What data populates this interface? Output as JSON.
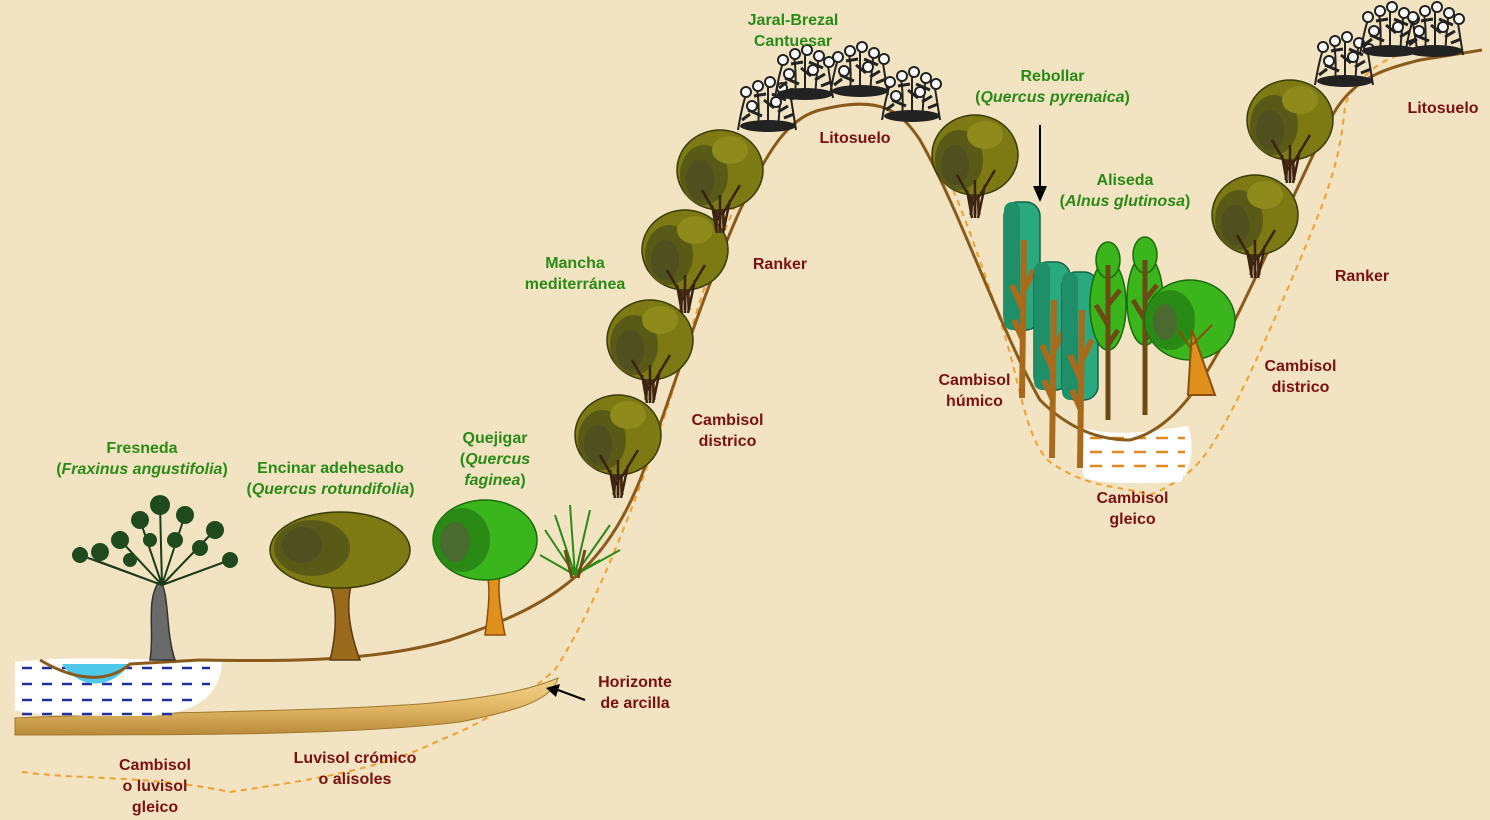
{
  "colors": {
    "background": "#f2e4c2",
    "vegetation_text": "#2a8a16",
    "soil_text": "#7a1010",
    "ground_line": "#8a5a1a",
    "soil_boundary": "#f0a030",
    "olive_tree": "#7d7a14",
    "bright_tree": "#3ab51c",
    "alder": "#2aa87e",
    "water": "#4fc7e8",
    "clay": "#e2b866"
  },
  "vegetation": {
    "fresneda": {
      "name": "Fresneda",
      "open": "(",
      "latin": "Fraxinus angustifolia",
      "close": ")"
    },
    "encinar": {
      "name": "Encinar adehesado",
      "open": "(",
      "latin": "Quercus rotundifolia",
      "close": ")"
    },
    "quejigar": {
      "name": "Quejigar",
      "open": "(",
      "latin1": "Quercus",
      "latin2": "faginea",
      "close": ")"
    },
    "mancha": {
      "line1": "Mancha",
      "line2": "mediterránea"
    },
    "jaral": {
      "line1": "Jaral-Brezal",
      "line2": "Cantuesar"
    },
    "rebollar": {
      "name": "Rebollar",
      "open": "(",
      "latin": "Quercus pyrenaica",
      "close": ")"
    },
    "aliseda": {
      "name": "Aliseda",
      "open": "(",
      "latin": "Alnus glutinosa",
      "close": ")"
    }
  },
  "soils": {
    "litosuelo_top": "Litosuelo",
    "litosuelo_right": "Litosuelo",
    "ranker_left": "Ranker",
    "ranker_right": "Ranker",
    "cambisol_districo_left": {
      "line1": "Cambisol",
      "line2": "districo"
    },
    "cambisol_districo_right": {
      "line1": "Cambisol",
      "line2": "districo"
    },
    "cambisol_humico": {
      "line1": "Cambisol",
      "line2": "húmico"
    },
    "cambisol_gleico": {
      "line1": "Cambisol",
      "line2": "gleico"
    },
    "horizonte": {
      "line1": "Horizonte",
      "line2": "de arcilla"
    },
    "luvisol": {
      "line1": "Luvisol crómico",
      "line2": "o alisoles"
    },
    "cambisol_luvisol": {
      "line1": "Cambisol",
      "line2": "o luvisol",
      "line3": "gleico"
    }
  }
}
